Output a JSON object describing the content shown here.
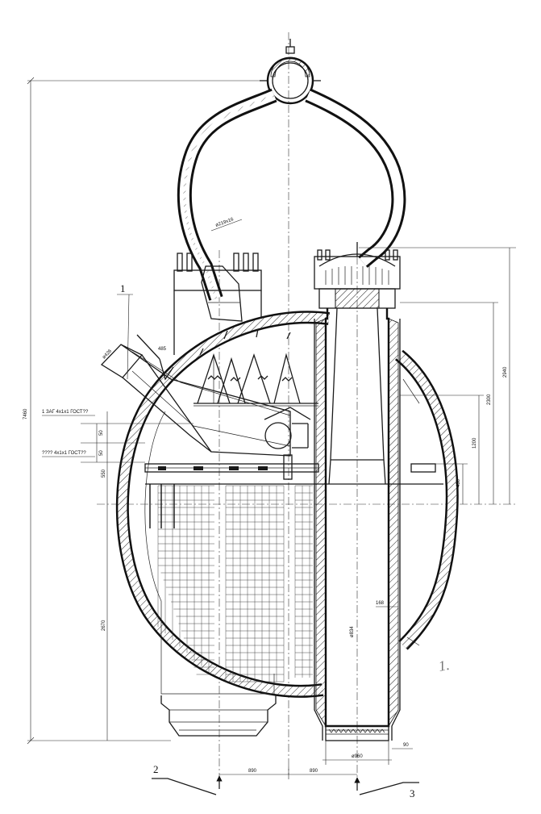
{
  "drawing": {
    "callout_1": "1",
    "section_left": "2",
    "section_right": "3",
    "handwritten_mark": "1."
  },
  "dimensions": {
    "overall_height": "7460",
    "upper_dim": "2940",
    "dim_2300": "2300",
    "dim_1200": "1200",
    "dim_450": "450",
    "dim_550": "550",
    "dim_2670": "2670",
    "dim_50a": "50",
    "dim_50b": "50",
    "dim_168": "168",
    "dim_90": "90",
    "diam_834": "ø834",
    "diam_960": "ø960",
    "span_left": "890",
    "span_right": "890",
    "pipe_label": "ø219х16",
    "nozzle_dia": "ø426",
    "nozzle_len": "485"
  },
  "notes": {
    "note_upper": "1 ЗАГ 4х1х1 ГОСТ??",
    "note_lower": "???? 4х1х1 ГОСТ??"
  }
}
